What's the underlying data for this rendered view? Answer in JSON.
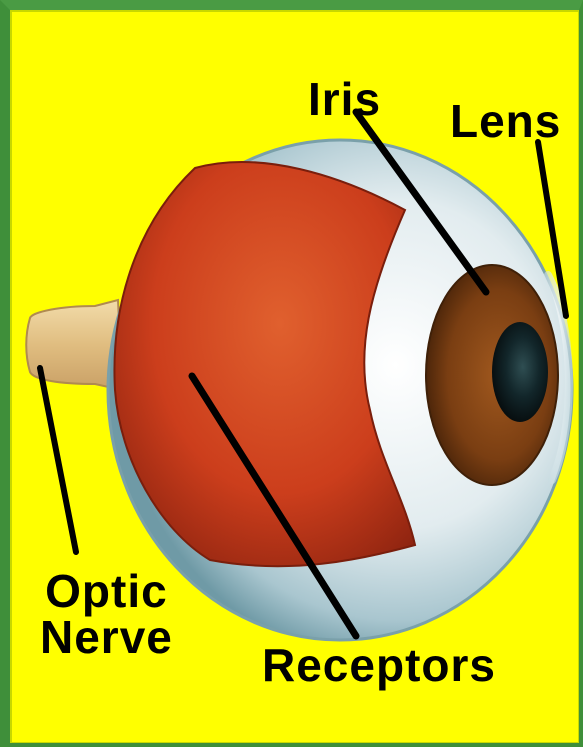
{
  "labels": {
    "iris": "Iris",
    "lens": "Lens",
    "optic_line1": "Optic",
    "optic_line2": "Nerve",
    "receptors": "Receptors"
  },
  "colors": {
    "background": "#ffff00",
    "border": "#3f8f3a",
    "sclera": "#dfe9ec",
    "retina": "#c8361a",
    "iris": "#7a3f14",
    "pupil": "#0d1a1c",
    "optic_nerve": "#e0c28a",
    "pointer": "#000000"
  }
}
